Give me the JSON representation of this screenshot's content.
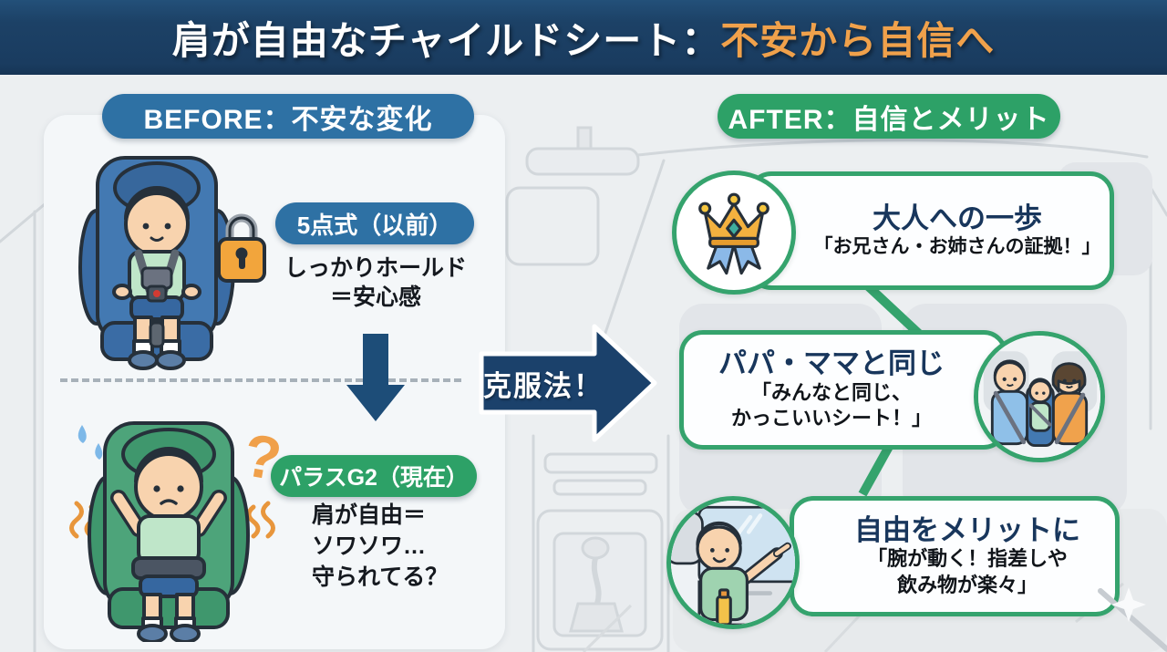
{
  "header": {
    "title_main": "肩が自由なチャイルドシート：",
    "title_accent": "不安から自信へ"
  },
  "before_section": {
    "badge": "BEFORE：不安な変化",
    "old": {
      "badge": "5点式（以前）",
      "lines": [
        "しっかりホールド",
        "＝安心感"
      ]
    },
    "new": {
      "badge": "パラスG2（現在）",
      "lines": [
        "肩が自由＝",
        "ソワソワ…",
        "守られてる？"
      ],
      "question_mark": "?"
    }
  },
  "transition": {
    "label": "克服法！"
  },
  "after_section": {
    "badge": "AFTER：自信とメリット",
    "benefits": [
      {
        "icon": "crown-ribbon-icon",
        "title": "大人への一歩",
        "lines": [
          "「お兄さん・お姉さんの証拠！」"
        ]
      },
      {
        "icon": "family-in-car-icon",
        "title": "パパ・ママと同じ",
        "lines": [
          "「みんなと同じ、",
          "かっこいいシート！」"
        ]
      },
      {
        "icon": "boy-pointing-icon",
        "title": "自由をメリットに",
        "lines": [
          "「腕が動く！指差しや",
          "飲み物が楽々」"
        ]
      }
    ]
  },
  "colors": {
    "header_bg": "#1c4166",
    "title_accent": "#f0a14b",
    "blue_badge": "#2e71a4",
    "green_badge": "#2da167",
    "box_border": "#35a36d",
    "navy_text": "#18365c",
    "transition_arrow": "#1b416b",
    "down_arrow": "#1d4d78",
    "lock_orange": "#f2a53c",
    "panel_bg": "#f4f7f9",
    "page_bg": "#eceff1"
  }
}
